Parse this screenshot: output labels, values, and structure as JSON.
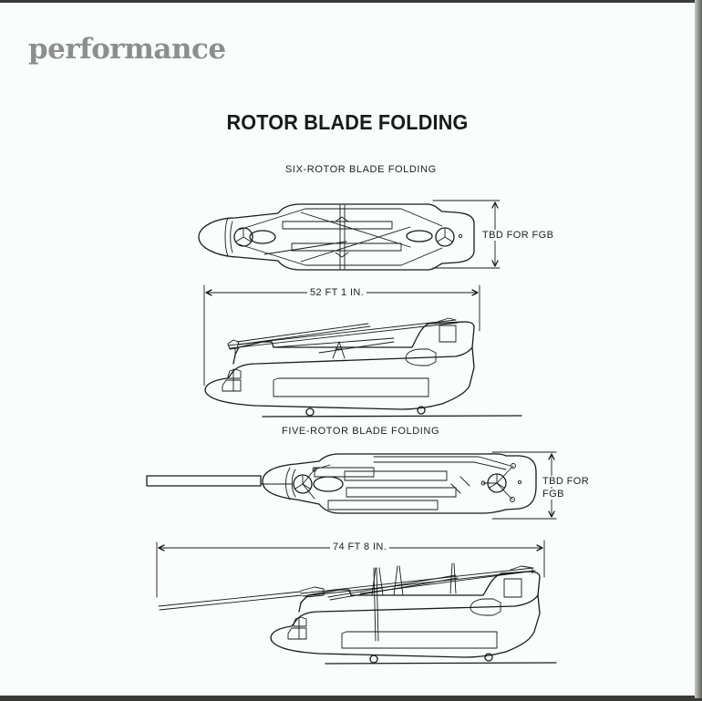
{
  "section_label": "performance",
  "title": "ROTOR BLADE FOLDING",
  "figures": [
    {
      "caption": "SIX-ROTOR BLADE FOLDING",
      "top_view": {
        "dimension_label": "TBD FOR FGB"
      },
      "side_view": {
        "dimension_label": "52 FT 1 IN."
      }
    },
    {
      "caption": "FIVE-ROTOR BLADE FOLDING",
      "top_view": {
        "dimension_label_line1": "TBD FOR",
        "dimension_label_line2": "FGB"
      },
      "side_view": {
        "dimension_label": "74 FT 8 IN."
      }
    }
  ],
  "colors": {
    "paper": "#fbfcfc",
    "section_label": "#8e8e8e",
    "ink": "#1a1a1a"
  }
}
